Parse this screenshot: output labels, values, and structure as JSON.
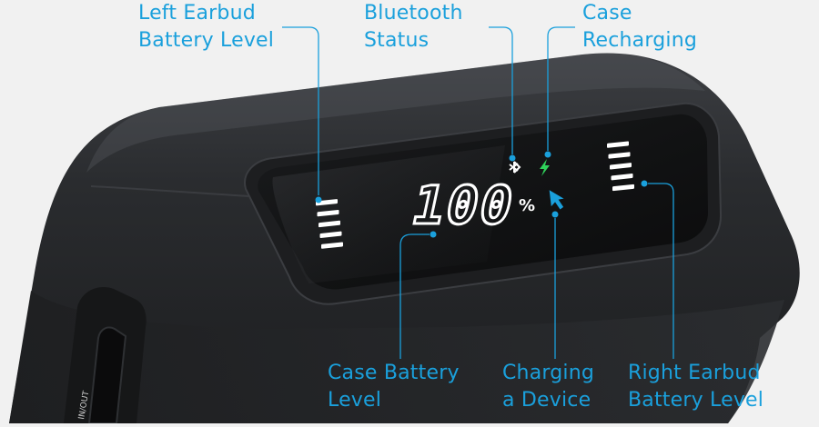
{
  "display": {
    "percent_digits": "100",
    "percent_sign": "%",
    "left_bar_count": 5,
    "right_bar_count": 5
  },
  "icons": {
    "bluetooth": "bluetooth-icon",
    "case_recharging": "lightning-bolt-icon",
    "charging_device": "arrow-pointer-icon"
  },
  "colors": {
    "callout": "#1aa0dc",
    "recharge_icon": "#2fd35a",
    "charging_icon": "#1aa0dc",
    "display_text": "#ffffff"
  },
  "port_label": "IN/OUT",
  "callouts": {
    "left_earbud": "Left Earbud\nBattery Level",
    "bluetooth": "Bluetooth\nStatus",
    "case_recharging": "Case\nRecharging",
    "case_battery": "Case Battery\nLevel",
    "charging_device": "Charging\na Device",
    "right_earbud": "Right Earbud\nBattery Level"
  }
}
